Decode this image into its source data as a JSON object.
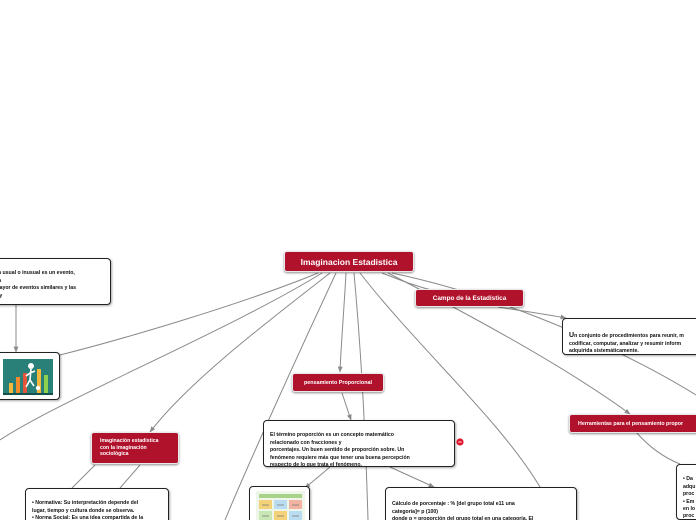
{
  "map": {
    "central_topic": "Imaginacion Estadistica",
    "topics": {
      "campo": "Campo de la Estadística",
      "proporcional": "pensamiento Proporcional",
      "imaginacion_sociologica": "Imaginación  estadística\ncon la imaginación\nsociológica",
      "herramientas": "Herramientas para el pensamiento propor"
    },
    "notes": {
      "evento": "an usual o inusual es un evento,\n  en\nmayor de eventos similares y las\ne y\no.",
      "campo_def_lead": "U",
      "campo_def": "n conjunto de procedimientos para reunir, m\ncodificar, computar, analizar y resumir inform\nadquirida sistemáticamente.",
      "proporcion": "El término proporción es un concepto matemático\nrelacionado con fracciones y\nporcentajes. Un buen sentido de proporción sobre. Un\nfenómeno requiere más que tener una buena percepción\nrespecto de lo que trata el fenómeno.",
      "normativa": "• Normativa: Su interpretación depende del\nlugar, tiempo y cultura donde se observa.\n• Norma Social: Es una idea compartida de la\nconducta que es apropiada o inapropiada en",
      "porcentaje": "Cálculo de porcentaje : % [del grupo total e11 una\ncategoría]= p (100)\ndonde p = proporción del grupo total en una categoría. El",
      "herramientas_detalle": "• Da\nadqu\nproc\n• Em\nen lo\nproc"
    },
    "images": {
      "evento": "sports-chart-illustration",
      "proporcional": "worksheet-illustration"
    },
    "colors": {
      "topic": "#b0122c",
      "line": "#8a8a8a",
      "marker": "#e0162d"
    }
  }
}
